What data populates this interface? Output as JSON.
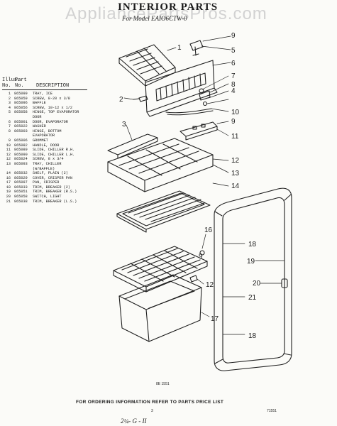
{
  "watermark": "AppliancePartsPros.com",
  "title": "INTERIOR PARTS",
  "subtitle": "For Model EAIO6CTW-0",
  "parts_list": {
    "header": {
      "illus": "Illus.",
      "part": "Part",
      "no1": "No.",
      "no2": "No.",
      "description": "DESCRIPTION"
    },
    "rows": [
      {
        "n": "1",
        "p": "865099",
        "d": "TRAY, ICE"
      },
      {
        "n": "2",
        "p": "865059",
        "d": "SCREW, 8-20 x 3/8"
      },
      {
        "n": "3",
        "p": "865096",
        "d": "BAFFLE"
      },
      {
        "n": "4",
        "p": "865056",
        "d": "SCREW, 10-12 x 1/2"
      },
      {
        "n": "5",
        "p": "865058",
        "d": "HINGE, TOP EVAPORATOR"
      },
      {
        "n": "",
        "p": "",
        "d": "DOOR"
      },
      {
        "n": "6",
        "p": "865001",
        "d": "DOOR, EVAPORATOR"
      },
      {
        "n": "7",
        "p": "865022",
        "d": "WASHER"
      },
      {
        "n": "8",
        "p": "865003",
        "d": "HINGE, BOTTOM"
      },
      {
        "n": "",
        "p": "",
        "d": "EVAPORATOR"
      },
      {
        "n": "9",
        "p": "865006",
        "d": "GROMMET"
      },
      {
        "n": "10",
        "p": "865082",
        "d": "HANDLE, DOOR"
      },
      {
        "n": "11",
        "p": "865089",
        "d": "SLIDE, CHILLER R.H."
      },
      {
        "n": "12",
        "p": "865090",
        "d": "SLIDE, CHILLER L.H."
      },
      {
        "n": "12",
        "p": "865024",
        "d": "SCREW, 8 x 3/4"
      },
      {
        "n": "13",
        "p": "865093",
        "d": "TRAY, CHILLER"
      },
      {
        "n": "",
        "p": "",
        "d": "(W/BAFFLE)"
      },
      {
        "n": "14",
        "p": "865032",
        "d": "SHELF, PLAIN (2)"
      },
      {
        "n": "16",
        "p": "865029",
        "d": "COVER, CRISPER PAN"
      },
      {
        "n": "17",
        "p": "865097",
        "d": "PAN, CRISPER"
      },
      {
        "n": "18",
        "p": "865033",
        "d": "TRIM, BREAKER (2)"
      },
      {
        "n": "19",
        "p": "865051",
        "d": "TRIM, BREAKER (R.S.)"
      },
      {
        "n": "20",
        "p": "865058",
        "d": "SWITCH, LIGHT"
      },
      {
        "n": "21",
        "p": "865038",
        "d": "TRIM, BREAKER (L.S.)"
      }
    ]
  },
  "callouts": [
    "9",
    "5",
    "6",
    "7",
    "8",
    "4",
    "10",
    "9",
    "11",
    "12",
    "13",
    "14",
    "16",
    "9",
    "12",
    "17",
    "18",
    "19",
    "20",
    "21",
    "18",
    "1",
    "2",
    "3"
  ],
  "drawing_number": "8E 1551",
  "footer": "FOR ORDERING INFORMATION REFER TO PARTS PRICE LIST",
  "page_number": "3",
  "page_code": "71551",
  "handwritten_note": "2¼- G - II"
}
